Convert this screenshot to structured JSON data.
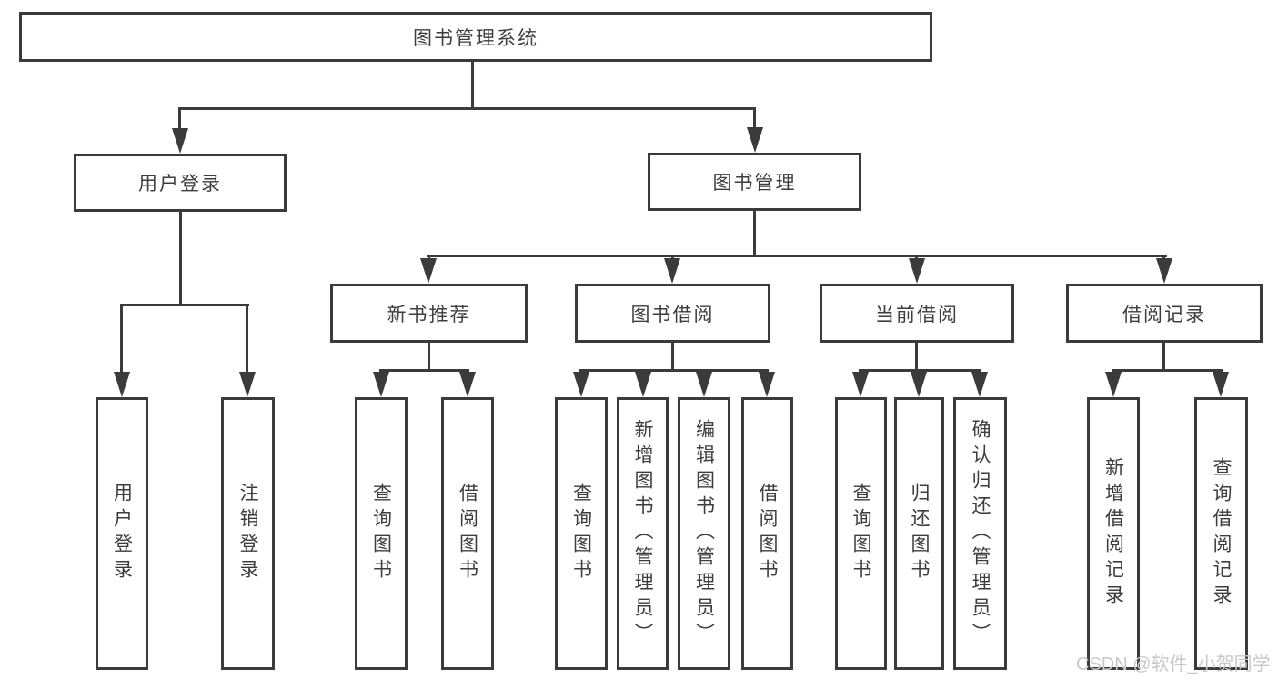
{
  "diagram": {
    "root": {
      "label": "图书管理系统"
    },
    "level2": {
      "user_login": "用户登录",
      "book_mgmt": "图书管理"
    },
    "level3": {
      "new_book": "新书推荐",
      "book_borrow": "图书借阅",
      "current_borrow": "当前借阅",
      "borrow_record": "借阅记录"
    },
    "leaves": {
      "user_login": [
        "用户登录",
        "注销登录"
      ],
      "new_book": [
        "查询图书",
        "借阅图书"
      ],
      "book_borrow": [
        "查询图书",
        "新增图书（管理员）",
        "编辑图书（管理员）",
        "借阅图书"
      ],
      "current_borrow": [
        "查询图书",
        "归还图书",
        "确认归还（管理员）"
      ],
      "borrow_record": [
        "新增借阅记录",
        "查询借阅记录"
      ]
    }
  },
  "watermark": {
    "text": "CSDN @软件_小贺同学"
  },
  "colors": {
    "line": "#3b3b3b",
    "text": "#3d3d3d",
    "watermark": "#c9c9c9",
    "background": "#ffffff"
  }
}
